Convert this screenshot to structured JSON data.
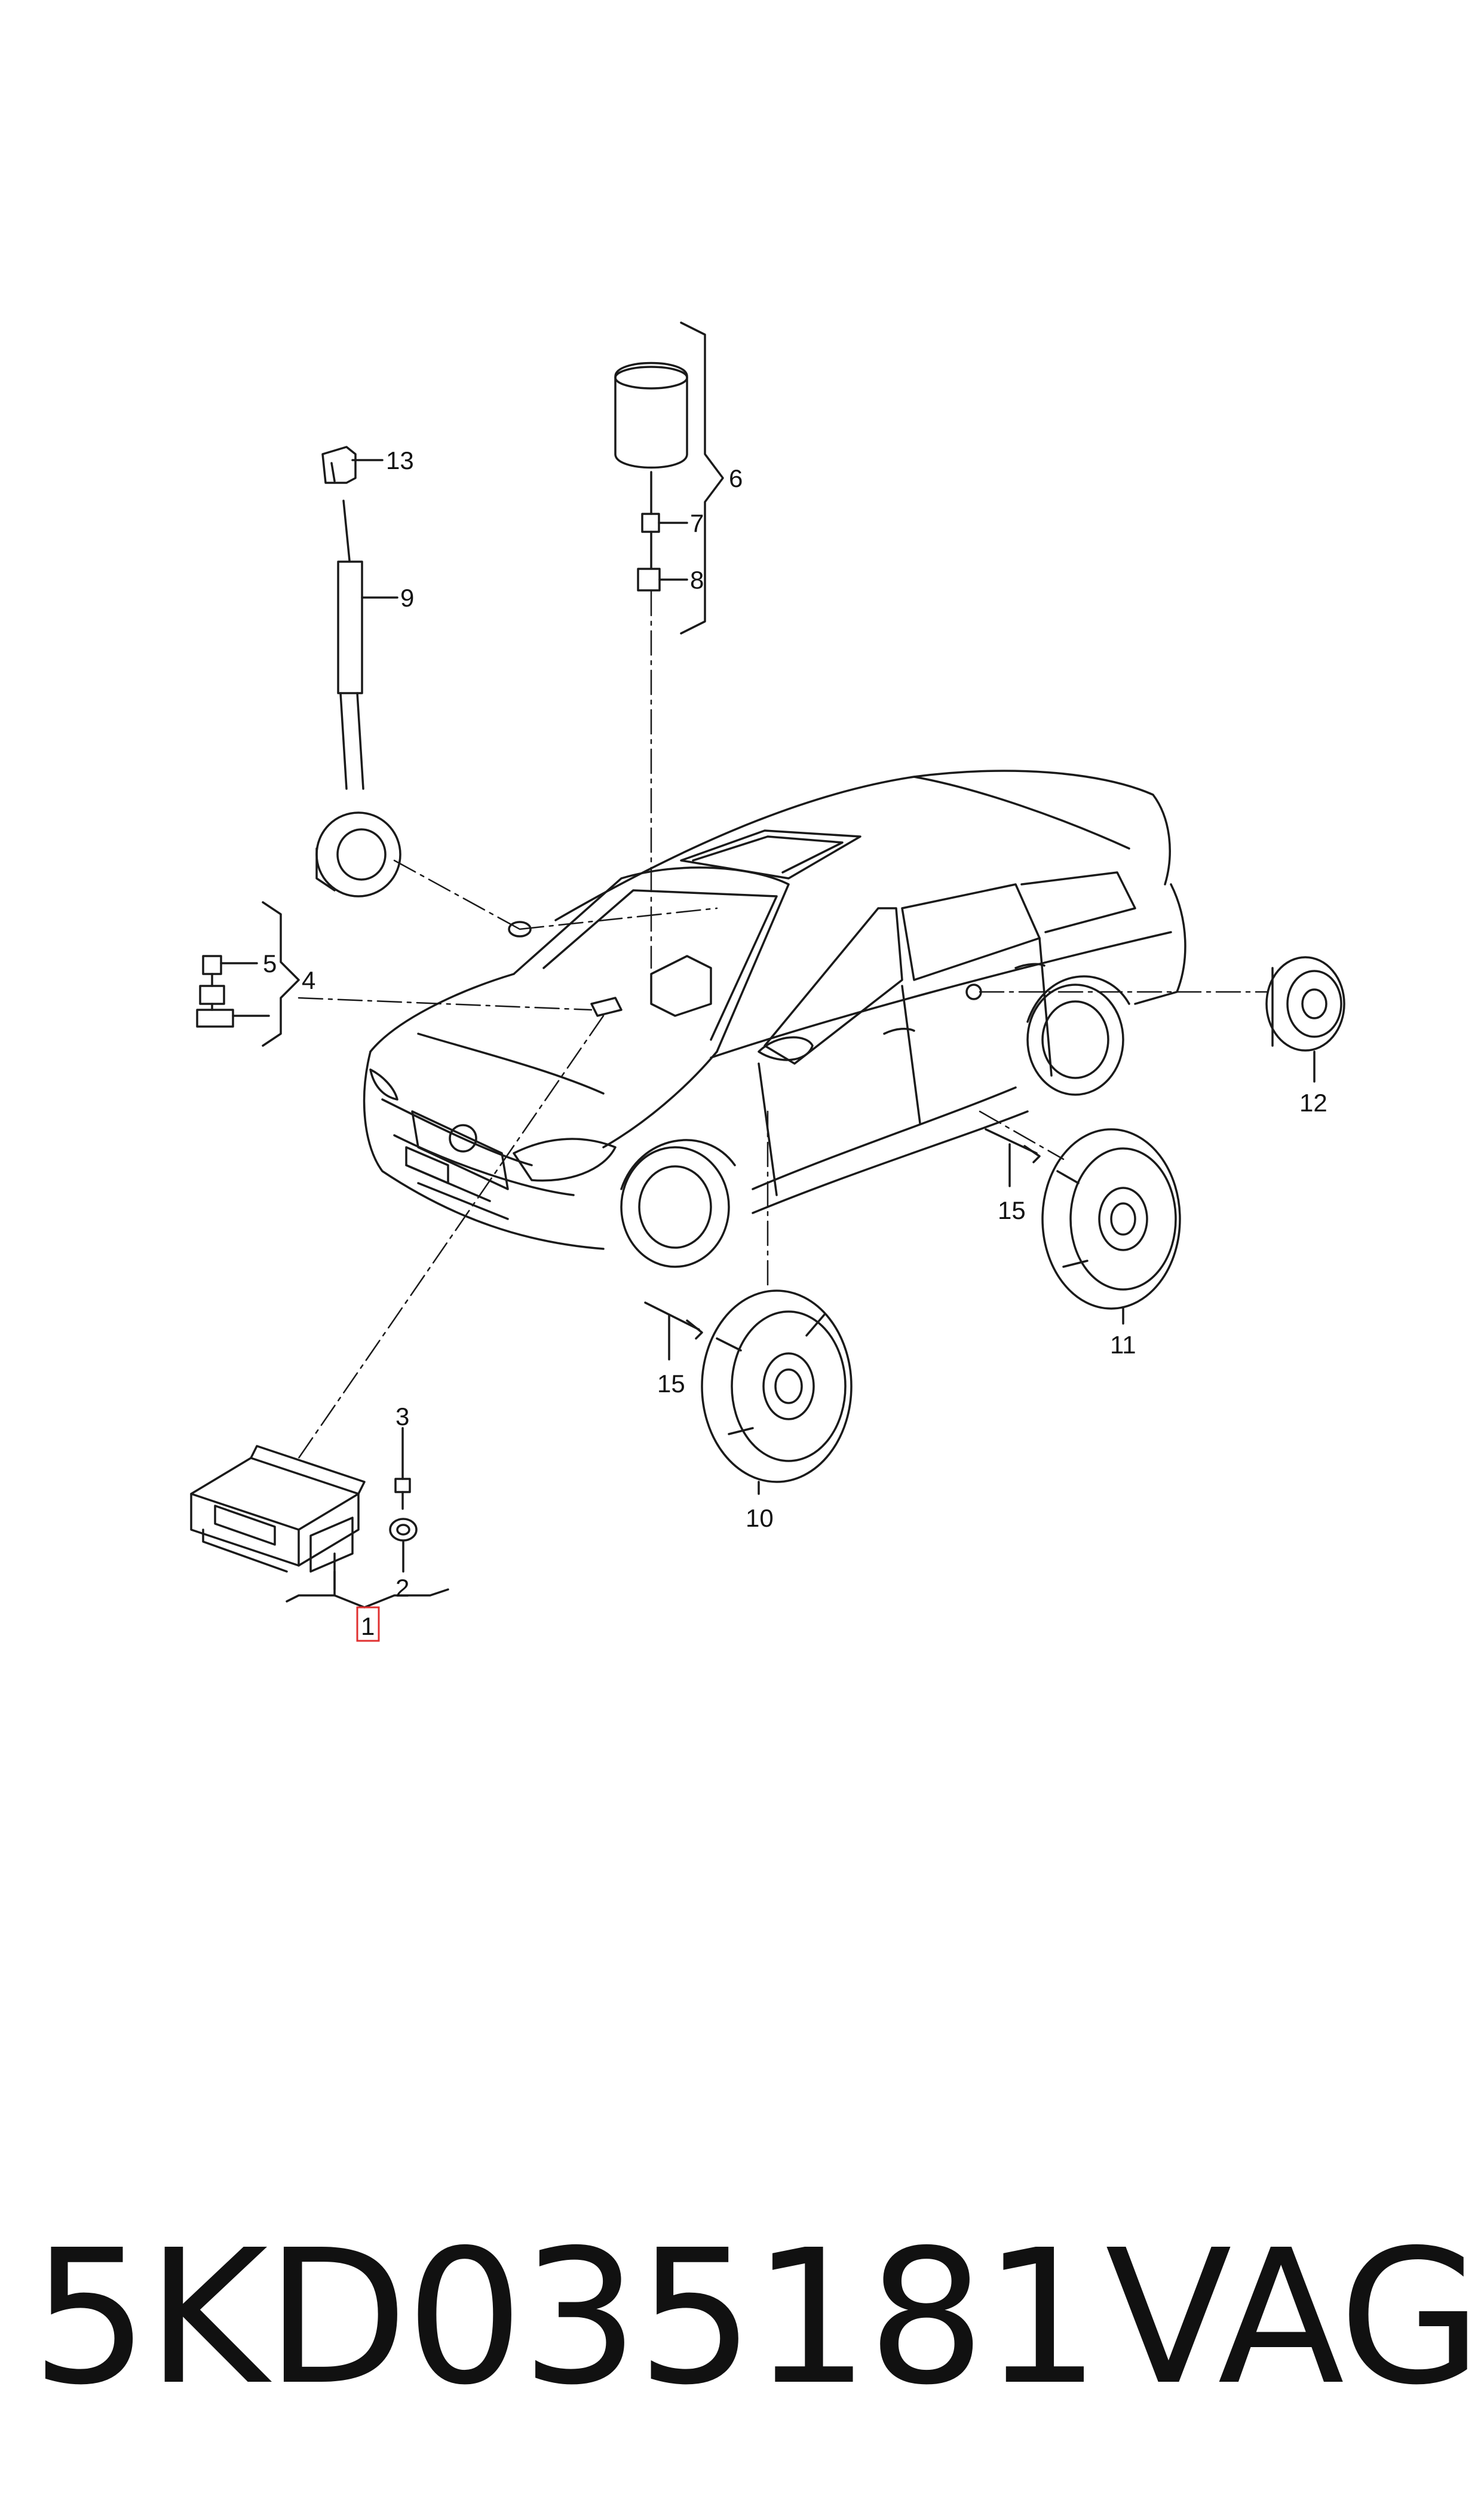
{
  "callouts": {
    "c1": "1",
    "c2": "2",
    "c3": "3",
    "c4": "4",
    "c5": "5",
    "c6": "6",
    "c7": "7",
    "c8": "8",
    "c9": "9",
    "c10": "10",
    "c11": "11",
    "c12": "12",
    "c13": "13",
    "c15a": "15",
    "c15b": "15"
  },
  "highlighted_callout": "1",
  "highlight_color": "#e03030",
  "footer": {
    "part_number": "5KD035181",
    "brand": "VAG"
  }
}
